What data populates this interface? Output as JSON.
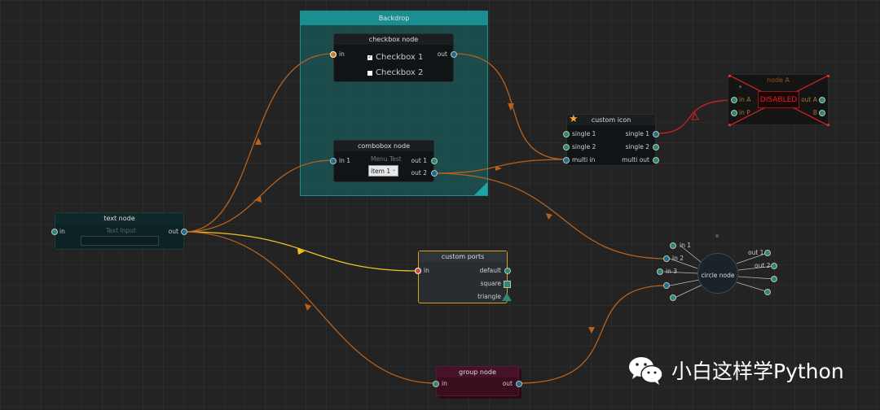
{
  "backdrop": {
    "title": "Backdrop"
  },
  "nodes": {
    "checkbox": {
      "title": "checkbox node",
      "in": "in",
      "out": "out",
      "cb1": "Checkbox 1",
      "cb2": "Checkbox 2"
    },
    "combobox": {
      "title": "combobox node",
      "in": "in 1",
      "out1": "out 1",
      "out2": "out 2",
      "menu_label": "Menu Test",
      "selected": "item 1"
    },
    "custom_icon": {
      "title": "custom icon",
      "in1": "single 1",
      "in2": "single 2",
      "in3": "multi in",
      "out1": "single 1",
      "out2": "single 2",
      "out3": "multi out"
    },
    "node_a": {
      "title": "node A",
      "status": "DISABLED",
      "in1": "in A",
      "in2": "in P",
      "out1": "out A",
      "out2": "B"
    },
    "text": {
      "title": "text node",
      "in": "in",
      "out": "out",
      "placeholder": "Text Input"
    },
    "custom_ports": {
      "title": "custom ports",
      "in": "in",
      "out1": "default",
      "out2": "square",
      "out3": "triangle"
    },
    "circle": {
      "title": "circle node",
      "in1": "in 1",
      "in2": "in 2",
      "in3": "in 3",
      "out1": "out 1",
      "out2": "out 2"
    },
    "group": {
      "title": "group node",
      "in": "in",
      "out": "out"
    }
  },
  "watermark": {
    "text": "小白这样学Python"
  },
  "colors": {
    "wire": "#b8611c",
    "selected_wire": "#f0c020",
    "disabled_wire": "#cc2222",
    "port": "#2b8a6e"
  }
}
